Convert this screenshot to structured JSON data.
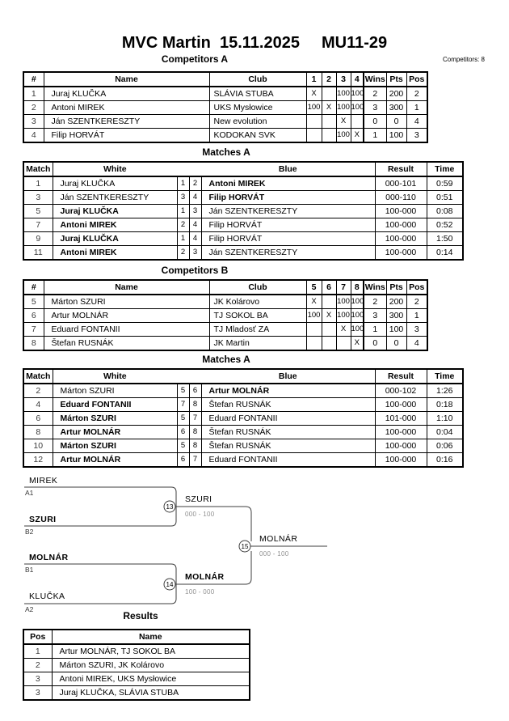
{
  "title": {
    "event": "MVC Martin  15.11.2025",
    "category": "MU11-29"
  },
  "competitors_count": "Competitors: 8",
  "competitors_a": {
    "heading": "Competitors A",
    "columns": [
      "#",
      "Name",
      "Club",
      "1",
      "2",
      "3",
      "4",
      "Wins",
      "Pts",
      "Pos"
    ],
    "rows": [
      {
        "num": "1",
        "name": "Juraj KLUČKA",
        "club": "SLÁVIA STUBA",
        "g1": "X",
        "g2": "",
        "g3": "100",
        "g4": "100",
        "wins": "2",
        "pts": "200",
        "pos": "2"
      },
      {
        "num": "2",
        "name": "Antoni MIREK",
        "club": "UKS Mysłowice",
        "g1": "100",
        "g2": "X",
        "g3": "100",
        "g4": "100",
        "wins": "3",
        "pts": "300",
        "pos": "1"
      },
      {
        "num": "3",
        "name": "Ján SZENTKERESZTY",
        "club": "New evolution",
        "g1": "",
        "g2": "",
        "g3": "X",
        "g4": "",
        "wins": "0",
        "pts": "0",
        "pos": "4"
      },
      {
        "num": "4",
        "name": "Filip HORVÁT",
        "club": "KODOKAN SVK",
        "g1": "",
        "g2": "",
        "g3": "100",
        "g4": "X",
        "wins": "1",
        "pts": "100",
        "pos": "3"
      }
    ]
  },
  "matches_a": {
    "heading": "Matches A",
    "columns": {
      "match": "Match",
      "white": "White",
      "blue": "Blue",
      "result": "Result",
      "time": "Time"
    },
    "rows": [
      {
        "match": "1",
        "white": "Juraj KLUČKA",
        "white_bold": false,
        "wn": "1",
        "bn": "2",
        "blue": "Antoni MIREK",
        "blue_bold": true,
        "result": "000-101",
        "time": "0:59"
      },
      {
        "match": "3",
        "white": "Ján SZENTKERESZTY",
        "white_bold": false,
        "wn": "3",
        "bn": "4",
        "blue": "Filip HORVÁT",
        "blue_bold": true,
        "result": "000-110",
        "time": "0:51"
      },
      {
        "match": "5",
        "white": "Juraj KLUČKA",
        "white_bold": true,
        "wn": "1",
        "bn": "3",
        "blue": "Ján SZENTKERESZTY",
        "blue_bold": false,
        "result": "100-000",
        "time": "0:08"
      },
      {
        "match": "7",
        "white": "Antoni MIREK",
        "white_bold": true,
        "wn": "2",
        "bn": "4",
        "blue": "Filip HORVÁT",
        "blue_bold": false,
        "result": "100-000",
        "time": "0:52"
      },
      {
        "match": "9",
        "white": "Juraj KLUČKA",
        "white_bold": true,
        "wn": "1",
        "bn": "4",
        "blue": "Filip HORVÁT",
        "blue_bold": false,
        "result": "100-000",
        "time": "1:50"
      },
      {
        "match": "11",
        "white": "Antoni MIREK",
        "white_bold": true,
        "wn": "2",
        "bn": "3",
        "blue": "Ján SZENTKERESZTY",
        "blue_bold": false,
        "result": "100-000",
        "time": "0:14"
      }
    ]
  },
  "competitors_b": {
    "heading": "Competitors B",
    "columns": [
      "#",
      "Name",
      "Club",
      "5",
      "6",
      "7",
      "8",
      "Wins",
      "Pts",
      "Pos"
    ],
    "rows": [
      {
        "num": "5",
        "name": "Márton SZURI",
        "club": "JK Kolárovo",
        "g1": "X",
        "g2": "",
        "g3": "100",
        "g4": "100",
        "wins": "2",
        "pts": "200",
        "pos": "2"
      },
      {
        "num": "6",
        "name": "Artur MOLNÁR",
        "club": "TJ SOKOL BA",
        "g1": "100",
        "g2": "X",
        "g3": "100",
        "g4": "100",
        "wins": "3",
        "pts": "300",
        "pos": "1"
      },
      {
        "num": "7",
        "name": "Eduard FONTANII",
        "club": "TJ Mladosť ZA",
        "g1": "",
        "g2": "",
        "g3": "X",
        "g4": "100",
        "wins": "1",
        "pts": "100",
        "pos": "3"
      },
      {
        "num": "8",
        "name": "Štefan RUSNÁK",
        "club": "JK Martin",
        "g1": "",
        "g2": "",
        "g3": "",
        "g4": "X",
        "wins": "0",
        "pts": "0",
        "pos": "4"
      }
    ]
  },
  "matches_b": {
    "heading": "Matches A",
    "columns": {
      "match": "Match",
      "white": "White",
      "blue": "Blue",
      "result": "Result",
      "time": "Time"
    },
    "rows": [
      {
        "match": "2",
        "white": "Márton SZURI",
        "white_bold": false,
        "wn": "5",
        "bn": "6",
        "blue": "Artur MOLNÁR",
        "blue_bold": true,
        "result": "000-102",
        "time": "1:26"
      },
      {
        "match": "4",
        "white": "Eduard FONTANII",
        "white_bold": true,
        "wn": "7",
        "bn": "8",
        "blue": "Štefan RUSNÁK",
        "blue_bold": false,
        "result": "100-000",
        "time": "0:18"
      },
      {
        "match": "6",
        "white": "Márton SZURI",
        "white_bold": true,
        "wn": "5",
        "bn": "7",
        "blue": "Eduard FONTANII",
        "blue_bold": false,
        "result": "101-000",
        "time": "1:10"
      },
      {
        "match": "8",
        "white": "Artur MOLNÁR",
        "white_bold": true,
        "wn": "6",
        "bn": "8",
        "blue": "Štefan RUSNÁK",
        "blue_bold": false,
        "result": "100-000",
        "time": "0:04"
      },
      {
        "match": "10",
        "white": "Márton SZURI",
        "white_bold": true,
        "wn": "5",
        "bn": "8",
        "blue": "Štefan RUSNÁK",
        "blue_bold": false,
        "result": "100-000",
        "time": "0:06"
      },
      {
        "match": "12",
        "white": "Artur MOLNÁR",
        "white_bold": true,
        "wn": "6",
        "bn": "7",
        "blue": "Eduard FONTANII",
        "blue_bold": false,
        "result": "100-000",
        "time": "0:16"
      }
    ]
  },
  "bracket": {
    "slots": [
      {
        "name": "MIREK",
        "seed": "A1",
        "bold": false
      },
      {
        "name": "SZURI",
        "seed": "B2",
        "bold": true
      },
      {
        "name": "MOLNÁR",
        "seed": "B1",
        "bold": true
      },
      {
        "name": "KLUČKA",
        "seed": "A2",
        "bold": false
      }
    ],
    "matches": [
      {
        "num": "13",
        "winner": "SZURI",
        "score": "000 - 100",
        "bold": false
      },
      {
        "num": "14",
        "winner": "MOLNÁR",
        "score": "100 - 000",
        "bold": true
      },
      {
        "num": "15",
        "winner": "MOLNÁR",
        "score": "000 - 100",
        "bold": false
      }
    ]
  },
  "results": {
    "heading": "Results",
    "columns": {
      "pos": "Pos",
      "name": "Name"
    },
    "rows": [
      {
        "pos": "1",
        "name": "Artur MOLNÁR, TJ SOKOL BA"
      },
      {
        "pos": "2",
        "name": "Márton SZURI, JK Kolárovo"
      },
      {
        "pos": "3",
        "name": "Antoni MIREK, UKS Mysłowice"
      },
      {
        "pos": "3",
        "name": "Juraj KLUČKA, SLÁVIA STUBA"
      }
    ]
  }
}
